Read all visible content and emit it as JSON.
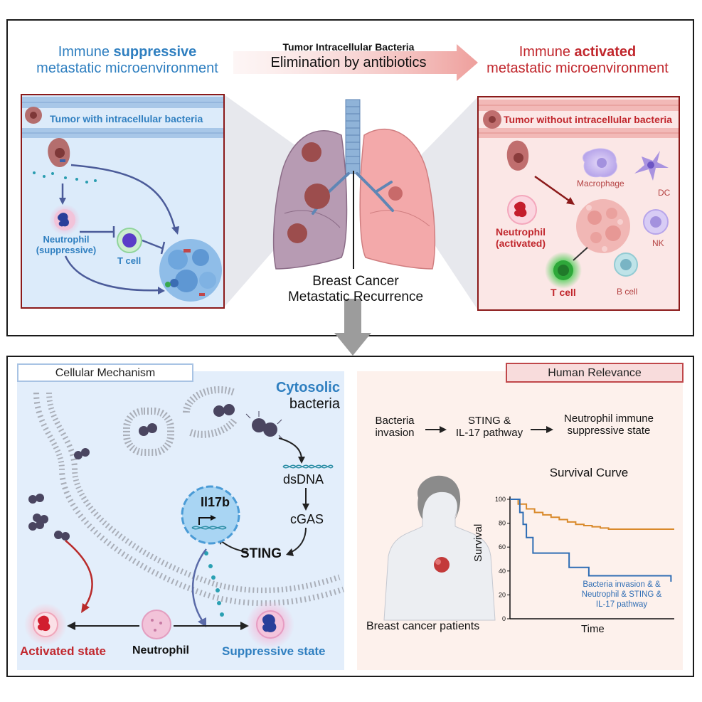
{
  "top": {
    "left_title": {
      "line1_pre": "Immune ",
      "line1_bold": "suppressive",
      "line2": "metastatic microenvironment"
    },
    "right_title": {
      "line1_pre": "Immune ",
      "line1_bold": "activated",
      "line2": "metastatic microenvironment"
    },
    "arrow": {
      "top": "Tumor Intracellular Bacteria",
      "bottom": "Elimination by antibiotics"
    },
    "lung_caption": {
      "line1": "Breast Cancer",
      "line2": "Metastatic Recurrence"
    },
    "left_box": {
      "header": "Tumor with intracellular bacteria",
      "neutrophil": "Neutrophil",
      "neutrophil_state": "(suppressive)",
      "tcell": "T cell"
    },
    "right_box": {
      "header": "Tumor without intracellular bacteria",
      "macrophage": "Macrophage",
      "dc": "DC",
      "nk": "NK",
      "neutrophil": "Neutrophil",
      "neutrophil_state": "(activated)",
      "tcell": "T cell",
      "bcell": "B cell"
    }
  },
  "bottom": {
    "cellular": {
      "tab": "Cellular Mechanism",
      "cytosolic_1": "Cytosolic",
      "cytosolic_2": "bacteria",
      "dsdna": "dsDNA",
      "cgas": "cGAS",
      "sting": "STING",
      "gene": "Il17b",
      "activated": "Activated state",
      "neutrophil": "Neutrophil",
      "suppressive": "Suppressive state"
    },
    "human": {
      "tab": "Human Relevance",
      "flow1_line1": "Bacteria",
      "flow1_line2": "invasion",
      "flow2_line1": "STING &",
      "flow2_line2": "IL-17 pathway",
      "flow3_line1": "Neutrophil immune",
      "flow3_line2": "suppressive state",
      "patients": "Breast cancer patients",
      "survival_title": "Survival Curve"
    }
  },
  "chart_data": {
    "type": "line",
    "title": "Survival Curve",
    "xlabel": "Time",
    "ylabel": "Survival",
    "ylim": [
      0,
      100
    ],
    "yticks": [
      0,
      20,
      40,
      60,
      80,
      100
    ],
    "xlim": [
      0,
      100
    ],
    "annotation": [
      "Bacteria invasion & &",
      "Neutrophil & STING &",
      "IL-17  pathway"
    ],
    "series": [
      {
        "color": "#d98a2b",
        "x": [
          0,
          5,
          5,
          10,
          10,
          15,
          15,
          20,
          20,
          25,
          25,
          30,
          30,
          35,
          35,
          40,
          40,
          45,
          45,
          50,
          50,
          55,
          55,
          60,
          60,
          100
        ],
        "y": [
          100,
          100,
          96,
          96,
          92,
          92,
          89,
          89,
          87,
          87,
          85,
          85,
          83,
          83,
          81,
          81,
          79,
          79,
          78,
          78,
          77,
          77,
          76,
          76,
          75,
          75
        ]
      },
      {
        "color": "#2e6db4",
        "x": [
          0,
          6,
          6,
          8,
          8,
          10,
          10,
          14,
          14,
          17,
          17,
          36,
          36,
          48,
          48,
          98,
          98
        ],
        "y": [
          100,
          100,
          89,
          89,
          79,
          79,
          68,
          68,
          55,
          55,
          55,
          55,
          43,
          43,
          36,
          36,
          31
        ]
      }
    ]
  },
  "colors": {
    "suppressive_blue": "#2f7fc0",
    "activated_red": "#c1272d",
    "left_box_border": "#8b1a1a",
    "left_box_fill": "#dcebfa",
    "right_box_fill": "#fbe7e6",
    "cell_panel_fill": "#e3eefb",
    "human_panel_fill": "#fdf1ec"
  }
}
